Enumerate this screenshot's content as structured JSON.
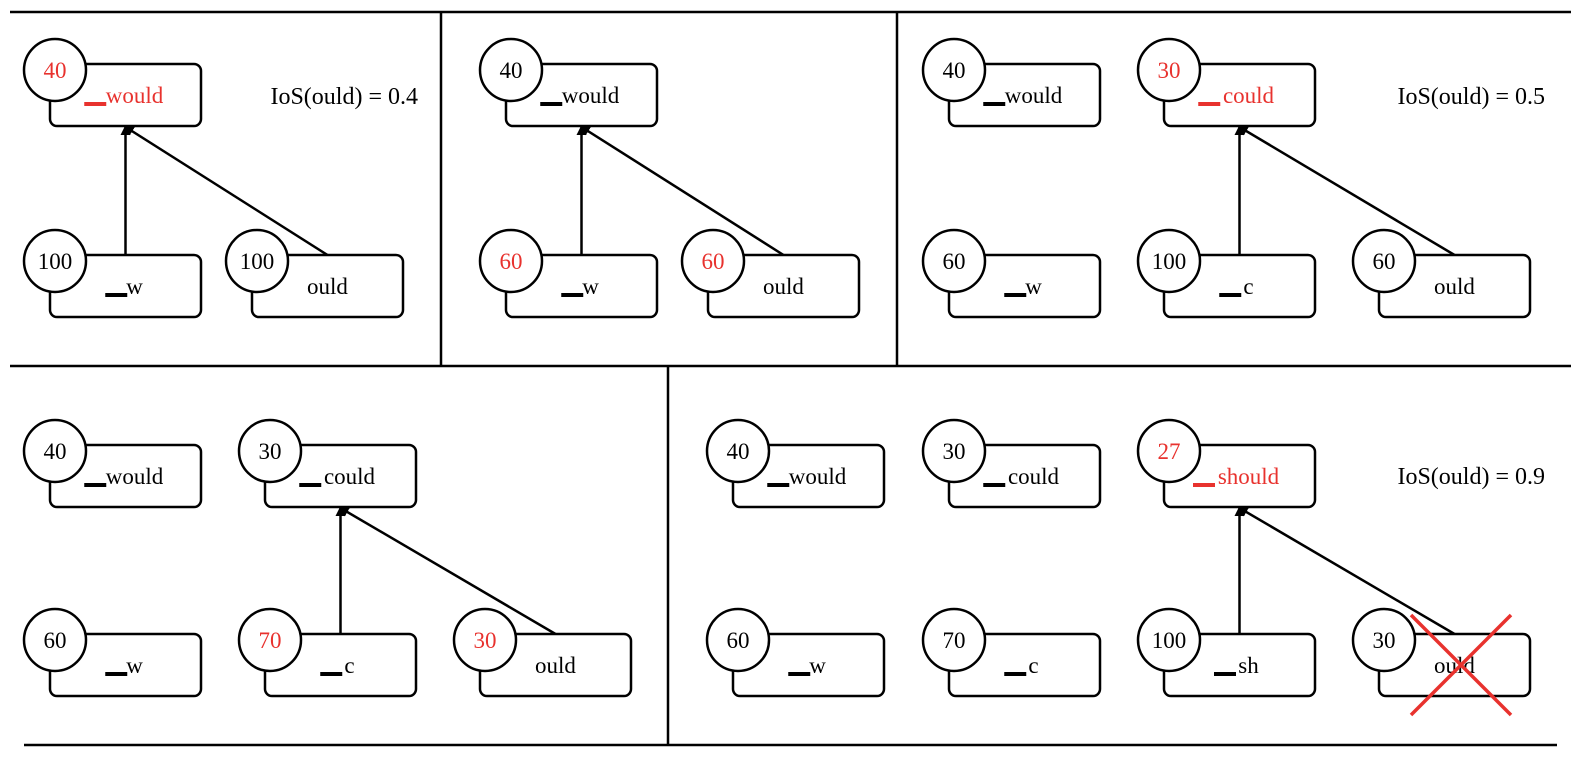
{
  "colors": {
    "ink": "#000000",
    "highlight": "#e8322e"
  },
  "panels": [
    {
      "id": "p1",
      "ios_label": "IoS(ould) = 0.4",
      "nodes": [
        {
          "id": "would",
          "count": "40",
          "prefix": true,
          "label": "would",
          "highlight_count": true,
          "highlight_label": true
        },
        {
          "id": "w",
          "count": "100",
          "prefix": true,
          "label": "w"
        },
        {
          "id": "ould",
          "count": "100",
          "prefix": false,
          "label": "ould"
        }
      ],
      "edges": [
        {
          "from": "w",
          "to": "would"
        },
        {
          "from": "ould",
          "to": "would"
        }
      ]
    },
    {
      "id": "p2",
      "ios_label": "",
      "nodes": [
        {
          "id": "would",
          "count": "40",
          "prefix": true,
          "label": "would"
        },
        {
          "id": "w",
          "count": "60",
          "prefix": true,
          "label": "w",
          "highlight_count": true
        },
        {
          "id": "ould",
          "count": "60",
          "prefix": false,
          "label": "ould",
          "highlight_count": true
        }
      ],
      "edges": [
        {
          "from": "w",
          "to": "would"
        },
        {
          "from": "ould",
          "to": "would"
        }
      ]
    },
    {
      "id": "p3",
      "ios_label": "IoS(ould) = 0.5",
      "nodes": [
        {
          "id": "would",
          "count": "40",
          "prefix": true,
          "label": "would"
        },
        {
          "id": "could",
          "count": "30",
          "prefix": true,
          "label": "could",
          "highlight_count": true,
          "highlight_label": true
        },
        {
          "id": "w",
          "count": "60",
          "prefix": true,
          "label": "w"
        },
        {
          "id": "c",
          "count": "100",
          "prefix": true,
          "label": "c"
        },
        {
          "id": "ould",
          "count": "60",
          "prefix": false,
          "label": "ould"
        }
      ],
      "edges": [
        {
          "from": "c",
          "to": "could"
        },
        {
          "from": "ould",
          "to": "could"
        }
      ]
    },
    {
      "id": "p4",
      "ios_label": "",
      "nodes": [
        {
          "id": "would",
          "count": "40",
          "prefix": true,
          "label": "would"
        },
        {
          "id": "could",
          "count": "30",
          "prefix": true,
          "label": "could"
        },
        {
          "id": "w",
          "count": "60",
          "prefix": true,
          "label": "w"
        },
        {
          "id": "c",
          "count": "70",
          "prefix": true,
          "label": "c",
          "highlight_count": true
        },
        {
          "id": "ould",
          "count": "30",
          "prefix": false,
          "label": "ould",
          "highlight_count": true
        }
      ],
      "edges": [
        {
          "from": "c",
          "to": "could"
        },
        {
          "from": "ould",
          "to": "could"
        }
      ]
    },
    {
      "id": "p5",
      "ios_label": "IoS(ould) = 0.9",
      "nodes": [
        {
          "id": "would",
          "count": "40",
          "prefix": true,
          "label": "would"
        },
        {
          "id": "could",
          "count": "30",
          "prefix": true,
          "label": "could"
        },
        {
          "id": "should",
          "count": "27",
          "prefix": true,
          "label": "should",
          "highlight_count": true,
          "highlight_label": true
        },
        {
          "id": "w",
          "count": "60",
          "prefix": true,
          "label": "w"
        },
        {
          "id": "c",
          "count": "70",
          "prefix": true,
          "label": "c"
        },
        {
          "id": "sh",
          "count": "100",
          "prefix": true,
          "label": "sh"
        },
        {
          "id": "ould",
          "count": "30",
          "prefix": false,
          "label": "ould",
          "crossed_out": true
        }
      ],
      "edges": [
        {
          "from": "sh",
          "to": "should"
        },
        {
          "from": "ould",
          "to": "should"
        }
      ]
    }
  ]
}
